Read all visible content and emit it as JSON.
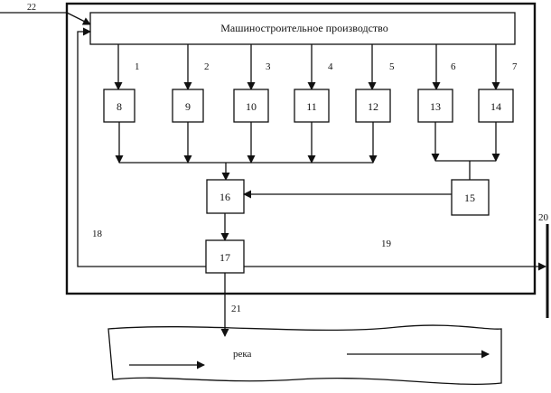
{
  "header": {
    "title": "Машиностроительное производство"
  },
  "flows": {
    "top": [
      "1",
      "2",
      "3",
      "4",
      "5",
      "6",
      "7"
    ],
    "input": "22",
    "outer_left": "18",
    "outer_right": "19",
    "bar": "20",
    "discharge": "21"
  },
  "nodes": {
    "row": [
      "8",
      "9",
      "10",
      "11",
      "12",
      "13",
      "14"
    ],
    "n15": "15",
    "n16": "16",
    "n17": "17"
  },
  "river": {
    "label": "река"
  }
}
